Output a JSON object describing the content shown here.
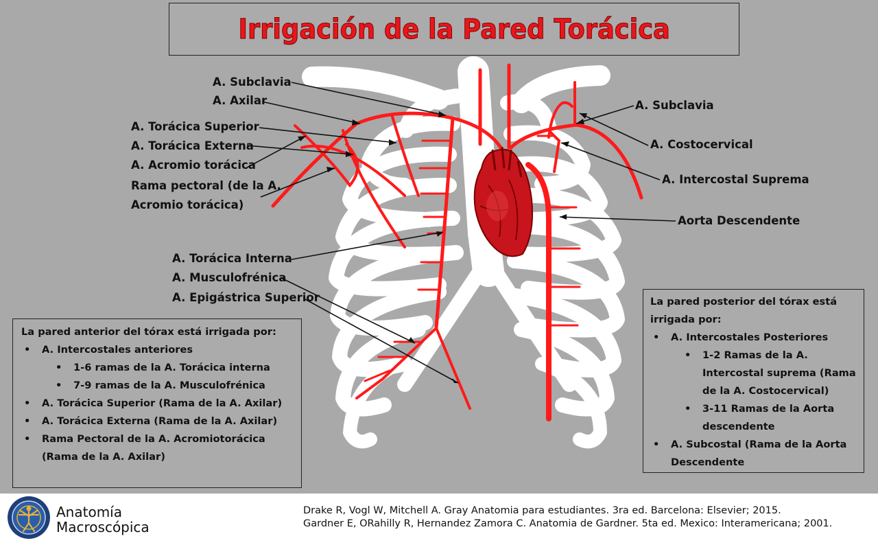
{
  "title": "Irrigación de la Pared Torácica",
  "colors": {
    "artery": "#ff1a1a",
    "bone": "#ffffff",
    "background": "#a9a9a9",
    "title": "#e8161b"
  },
  "labels_left": [
    "A.   Subclavia",
    "A. Axilar",
    "A.   Torácica Superior",
    "A. Torácica Externa",
    "A. Acromio torácica",
    "Rama pectoral (de la A.",
    "Acromio torácica)",
    "A.   Torácica Interna",
    "A. Musculofrénica",
    "A. Epigástrica Superior"
  ],
  "labels_right": [
    "A. Subclavia",
    "A. Costocervical",
    "A. Intercostal Suprema",
    "Aorta Descendente"
  ],
  "anterior_box": {
    "heading": "La pared anterior del tórax está irrigada por:",
    "item1": "A. Intercostales anteriores",
    "sub1": "1-6 ramas de la A. Torácica interna",
    "sub2": "7-9 ramas de la A. Musculofrénica",
    "item2": "A. Torácica Superior (Rama de la A. Axilar)",
    "item3": "A. Torácica Externa (Rama de la A. Axilar)",
    "item4": "Rama Pectoral de la A. Acromiotorácica (Rama de la A. Axilar)"
  },
  "posterior_box": {
    "heading": "La pared posterior del tórax está irrigada por:",
    "item1": "A. Intercostales Posteriores",
    "sub1": "1-2 Ramas de la A. Intercostal suprema (Rama de la A. Costocervical)",
    "sub2": "3-11 Ramas de la Aorta descendente",
    "item2": "A. Subcostal (Rama de la Aorta Descendente"
  },
  "footer": {
    "brand_line1": "Anatomía",
    "brand_line2": "Macroscópica",
    "ref1": "Drake R, Vogl W, Mitchell A. Gray Anatomia para estudiantes. 3ra ed. Barcelona: Elsevier; 2015.",
    "ref2": "Gardner E, ORahilly R, Hernandez Zamora C. Anatomia de Gardner. 5ta ed. Mexico:  Interamericana; 2001."
  }
}
